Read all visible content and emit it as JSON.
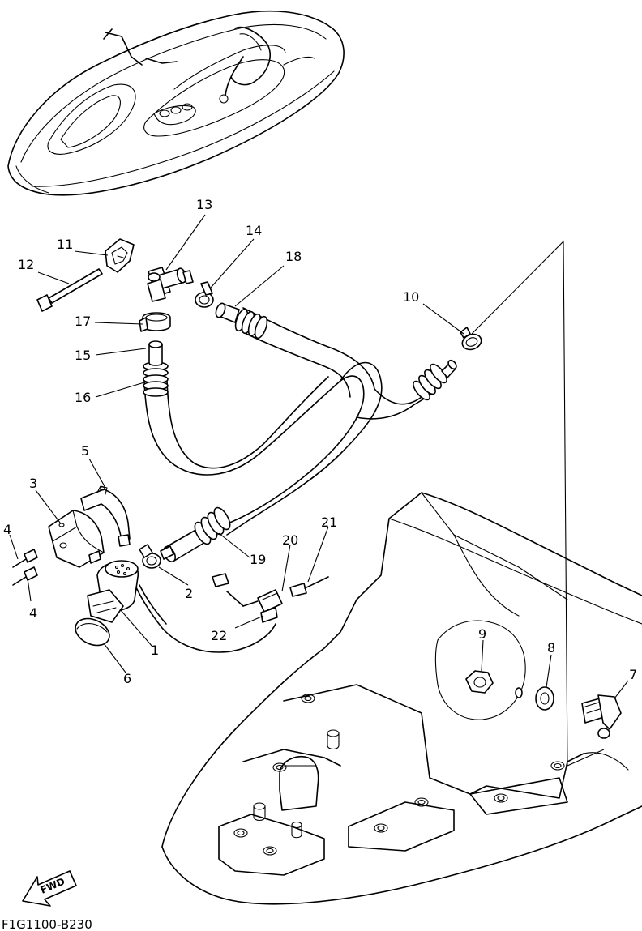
{
  "diagram_code": "F1G1100-B230",
  "fwd_label": "FWD",
  "callouts": {
    "c1": "1",
    "c2": "2",
    "c3": "3",
    "c4a": "4",
    "c4b": "4",
    "c5": "5",
    "c6": "6",
    "c7": "7",
    "c8": "8",
    "c9": "9",
    "c10": "10",
    "c11": "11",
    "c12": "12",
    "c13": "13",
    "c14": "14",
    "c15": "15",
    "c16": "16",
    "c17": "17",
    "c18": "18",
    "c19": "19",
    "c20": "20",
    "c21": "21",
    "c22": "22"
  }
}
